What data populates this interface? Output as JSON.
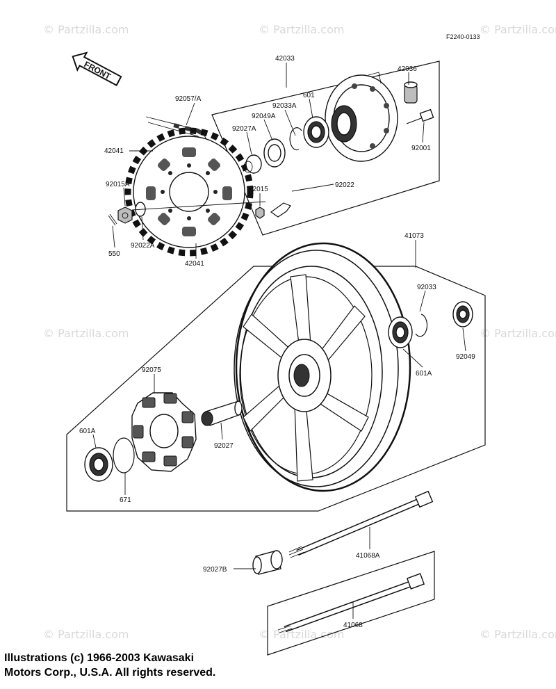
{
  "figure_code": "F2240-0133",
  "front_label": "FRONT",
  "watermark_text": "© Partzilla.com",
  "copyright": {
    "line1": "Illustrations (c) 1966-2003 Kawasaki",
    "line2": "Motors Corp., U.S.A.  All rights reserved."
  },
  "labels": {
    "p42033": "42033",
    "p42036": "42036",
    "p601_top": "601",
    "p92033A": "92033A",
    "p92049A": "92049A",
    "p92027A": "92027A",
    "p92057A": "92057/A",
    "p42041_top": "42041",
    "p92001": "92001",
    "p92015A": "92015A",
    "p92015": "92015",
    "p92022": "92022",
    "p550": "550",
    "p92022A": "92022A",
    "p42041_bot": "42041",
    "p41073": "41073",
    "p92033": "92033",
    "p92049": "92049",
    "p601A_right": "601A",
    "p92075": "92075",
    "p601A_left": "601A",
    "p92027": "92027",
    "p671": "671",
    "p92027B": "92027B",
    "p41068A": "41068A",
    "p41068": "41068"
  }
}
